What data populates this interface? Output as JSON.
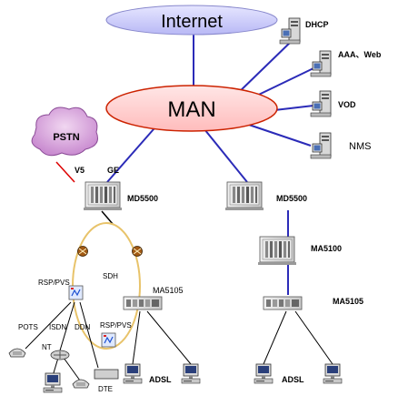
{
  "labels": {
    "internet": "Internet",
    "man": "MAN",
    "pstn": "PSTN",
    "v5": "V5",
    "ge": "GE",
    "md5500_left": "MD5500",
    "md5500_right": "MD5500",
    "ma5100": "MA5100",
    "ma5105_left": "MA5105",
    "ma5105_right": "MA5105",
    "sdh": "SDH",
    "rsp_pvs_top": "RSP/PVS",
    "rsp_pvs_bottom": "RSP/PVS",
    "pots": "POTS",
    "isdn": "ISDN",
    "ddn": "DDN",
    "nt": "NT",
    "dte": "DTE",
    "adsl_left": "ADSL",
    "adsl_right": "ADSL",
    "dhcp": "DHCP",
    "aaa_web": "AAA、Web",
    "vod": "VOD",
    "nms": "NMS"
  },
  "colors": {
    "ellipse_fill": "#c9c9ff",
    "man_fill": "#ffcccc",
    "man_stroke": "#cc2200",
    "link": "#2b2bb8",
    "sdh_ring": "#e8c36a",
    "pstn_cloud": "#cc88cc",
    "v5_link": "#dd0000"
  },
  "icons": {
    "server": "server-tower-icon",
    "equipment": "equipment-rack-icon",
    "workstation": "computer-icon",
    "phone": "telephone-icon",
    "router": "router-icon",
    "converter": "rsp-pvs-box-icon",
    "node": "sdh-node-icon"
  }
}
